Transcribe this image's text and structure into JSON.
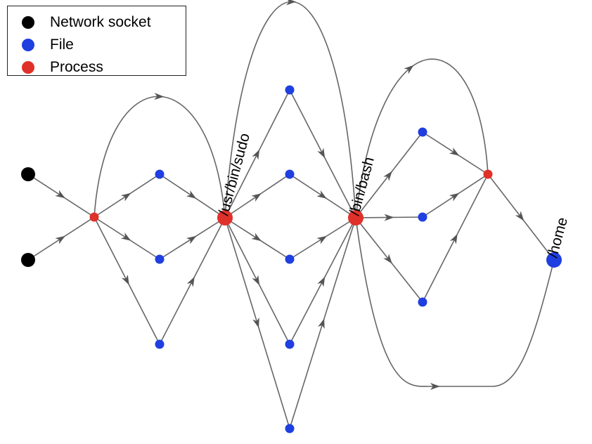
{
  "legend": {
    "items": [
      {
        "label": "Network socket",
        "color": "#000000"
      },
      {
        "label": "File",
        "color": "#1f3fe0"
      },
      {
        "label": "Process",
        "color": "#e0302a"
      }
    ]
  },
  "graph": {
    "node_colors": {
      "socket": "#000000",
      "file": "#1f3fe0",
      "process": "#e0302a"
    },
    "edge_color": "#666666",
    "nodes": [
      {
        "id": "s1",
        "type": "socket",
        "label": ""
      },
      {
        "id": "s2",
        "type": "socket",
        "label": ""
      },
      {
        "id": "p1",
        "type": "process",
        "label": ""
      },
      {
        "id": "f1",
        "type": "file",
        "label": ""
      },
      {
        "id": "f2",
        "type": "file",
        "label": ""
      },
      {
        "id": "f3",
        "type": "file",
        "label": ""
      },
      {
        "id": "sudo",
        "type": "process",
        "label": "/usr/bin/sudo"
      },
      {
        "id": "f4",
        "type": "file",
        "label": ""
      },
      {
        "id": "f5",
        "type": "file",
        "label": ""
      },
      {
        "id": "f6",
        "type": "file",
        "label": ""
      },
      {
        "id": "f7",
        "type": "file",
        "label": ""
      },
      {
        "id": "f8",
        "type": "file",
        "label": ""
      },
      {
        "id": "bash",
        "type": "process",
        "label": "/bin/bash"
      },
      {
        "id": "f9",
        "type": "file",
        "label": ""
      },
      {
        "id": "f10",
        "type": "file",
        "label": ""
      },
      {
        "id": "f11",
        "type": "file",
        "label": ""
      },
      {
        "id": "p2",
        "type": "process",
        "label": ""
      },
      {
        "id": "home",
        "type": "file",
        "label": "/home"
      }
    ],
    "edges": [
      [
        "s1",
        "p1"
      ],
      [
        "s2",
        "p1"
      ],
      [
        "p1",
        "f1"
      ],
      [
        "p1",
        "f2"
      ],
      [
        "p1",
        "f3"
      ],
      [
        "p1",
        "sudo"
      ],
      [
        "f1",
        "sudo"
      ],
      [
        "f2",
        "sudo"
      ],
      [
        "f3",
        "sudo"
      ],
      [
        "sudo",
        "f4"
      ],
      [
        "sudo",
        "f5"
      ],
      [
        "sudo",
        "f6"
      ],
      [
        "sudo",
        "f7"
      ],
      [
        "sudo",
        "f8"
      ],
      [
        "sudo",
        "bash"
      ],
      [
        "f4",
        "bash"
      ],
      [
        "f5",
        "bash"
      ],
      [
        "f6",
        "bash"
      ],
      [
        "f7",
        "bash"
      ],
      [
        "f8",
        "bash"
      ],
      [
        "bash",
        "f9"
      ],
      [
        "bash",
        "f10"
      ],
      [
        "bash",
        "f11"
      ],
      [
        "bash",
        "p2"
      ],
      [
        "bash",
        "home"
      ],
      [
        "f9",
        "p2"
      ],
      [
        "f10",
        "p2"
      ],
      [
        "f11",
        "p2"
      ],
      [
        "p2",
        "home"
      ]
    ]
  }
}
